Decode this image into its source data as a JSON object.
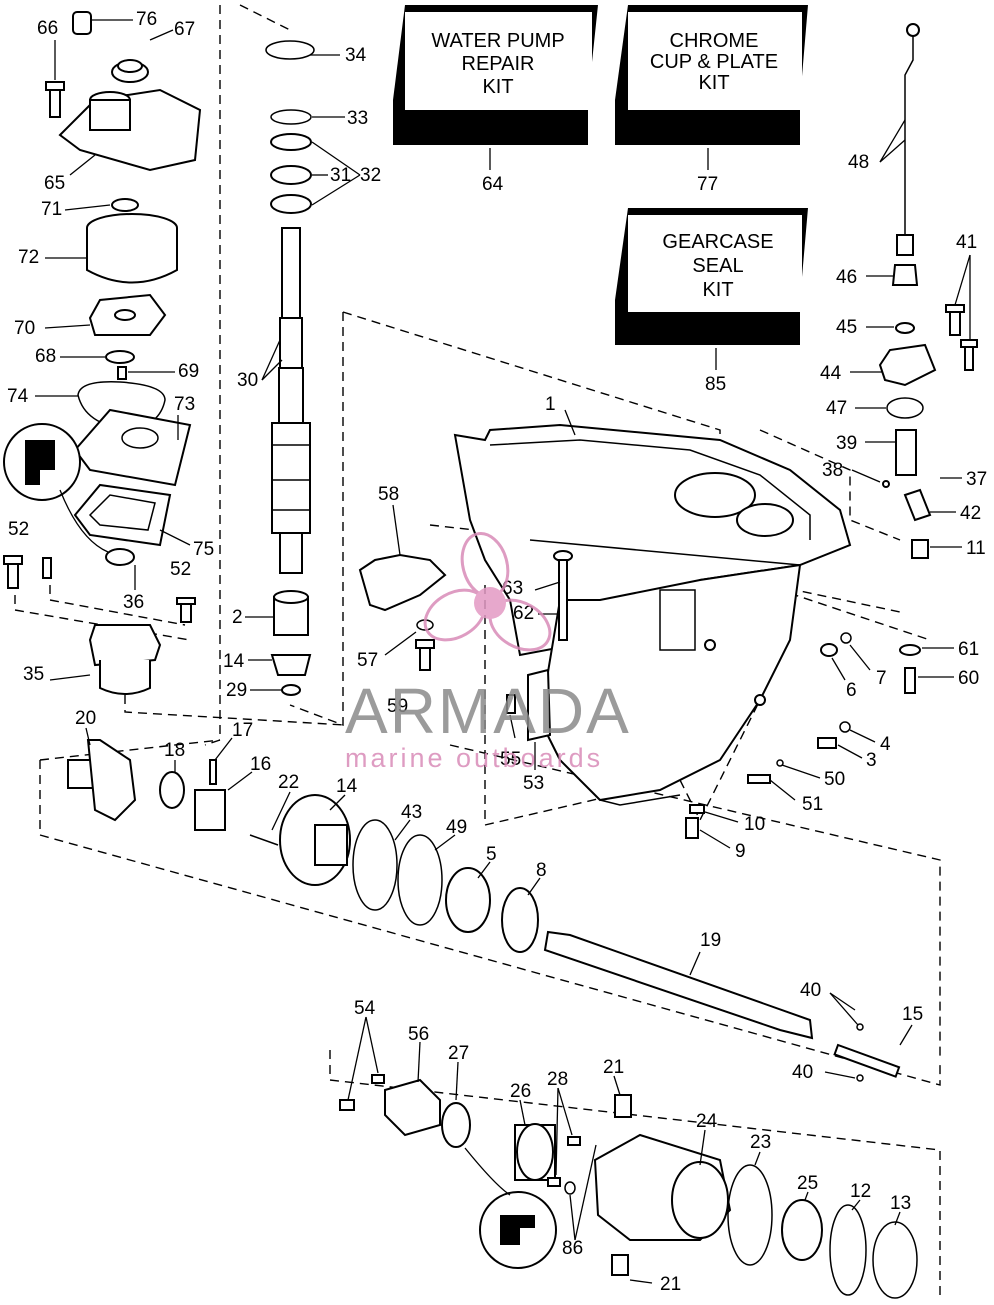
{
  "kits": [
    {
      "lines": [
        "WATER PUMP",
        "REPAIR",
        "KIT"
      ],
      "ref": "64"
    },
    {
      "lines": [
        "CHROME",
        "CUP & PLATE",
        "KIT"
      ],
      "ref": "77"
    },
    {
      "lines": [
        "GEARCASE",
        "SEAL",
        "KIT"
      ],
      "ref": "85"
    }
  ],
  "callouts": [
    "66",
    "76",
    "67",
    "65",
    "71",
    "72",
    "70",
    "68",
    "69",
    "74",
    "73",
    "75",
    "52",
    "36",
    "52",
    "35",
    "34",
    "33",
    "32",
    "31",
    "30",
    "2",
    "14",
    "29",
    "20",
    "18",
    "17",
    "16",
    "22",
    "14",
    "43",
    "49",
    "5",
    "8",
    "1",
    "58",
    "63",
    "62",
    "57",
    "59",
    "55",
    "53",
    "48",
    "41",
    "46",
    "45",
    "44",
    "47",
    "39",
    "38",
    "37",
    "42",
    "11",
    "61",
    "7",
    "6",
    "60",
    "4",
    "3",
    "50",
    "51",
    "10",
    "9",
    "19",
    "40",
    "15",
    "40",
    "54",
    "56",
    "27",
    "26",
    "28",
    "21",
    "24",
    "23",
    "25",
    "12",
    "13",
    "86",
    "21"
  ],
  "watermark": {
    "brand": "ARMADA",
    "tagline": "marine outboards"
  }
}
